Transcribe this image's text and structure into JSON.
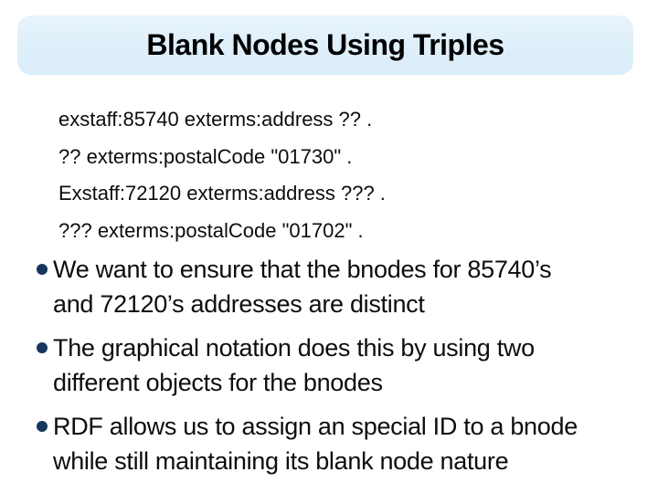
{
  "slide": {
    "title": "Blank Nodes Using Triples",
    "code_lines": [
      "exstaff:85740 exterms:address ?? .",
      "?? exterms:postalCode \"01730\" .",
      "Exstaff:72120 exterms:address ??? .",
      "??? exterms:postalCode \"01702\" ."
    ],
    "bullets": [
      {
        "lines": [
          "We want to ensure that the bnodes for 85740’s",
          "and 72120’s addresses are distinct"
        ]
      },
      {
        "lines": [
          "The graphical notation does this by using two",
          "different objects for the bnodes"
        ]
      },
      {
        "lines": [
          "RDF allows us to assign an special ID to a bnode",
          "while still maintaining its blank node nature"
        ]
      }
    ],
    "colors": {
      "header_bg": "#dceef9",
      "header_bg2": "#e7f3fc",
      "bullet_color": "#17365d",
      "text_color": "#0d0d0d",
      "slide_bg": "#ffffff"
    }
  }
}
